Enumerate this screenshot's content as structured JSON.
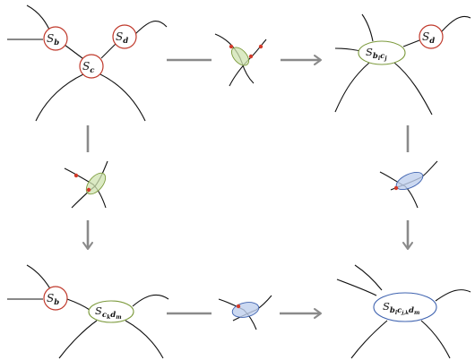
{
  "nodes": {
    "sb": {
      "main": "S",
      "sub": "b"
    },
    "sc": {
      "main": "S",
      "sub": "c"
    },
    "sd": {
      "main": "S",
      "sub": "d"
    },
    "sbc": {
      "main": "S",
      "sub": "b",
      "sub_i": "i",
      "sub2": "c",
      "sub2_j": "j"
    },
    "sd2": {
      "main": "S",
      "sub": "d"
    },
    "sb2": {
      "main": "S",
      "sub": "b"
    },
    "sckd": {
      "main": "S",
      "sub": "c",
      "sub_k": "k",
      "sub2": "d",
      "sub2_m": "m"
    },
    "sbcd": {
      "main": "S",
      "sub": "b",
      "sub_i": "i",
      "sub2": "c",
      "sub2_jk": "j,k",
      "sub3": "d",
      "sub3_m": "m"
    }
  },
  "colors": {
    "red": "#c0392b",
    "green": "#7c9a3c",
    "blue": "#3f63b0",
    "arrow": "#8a8a8a"
  }
}
